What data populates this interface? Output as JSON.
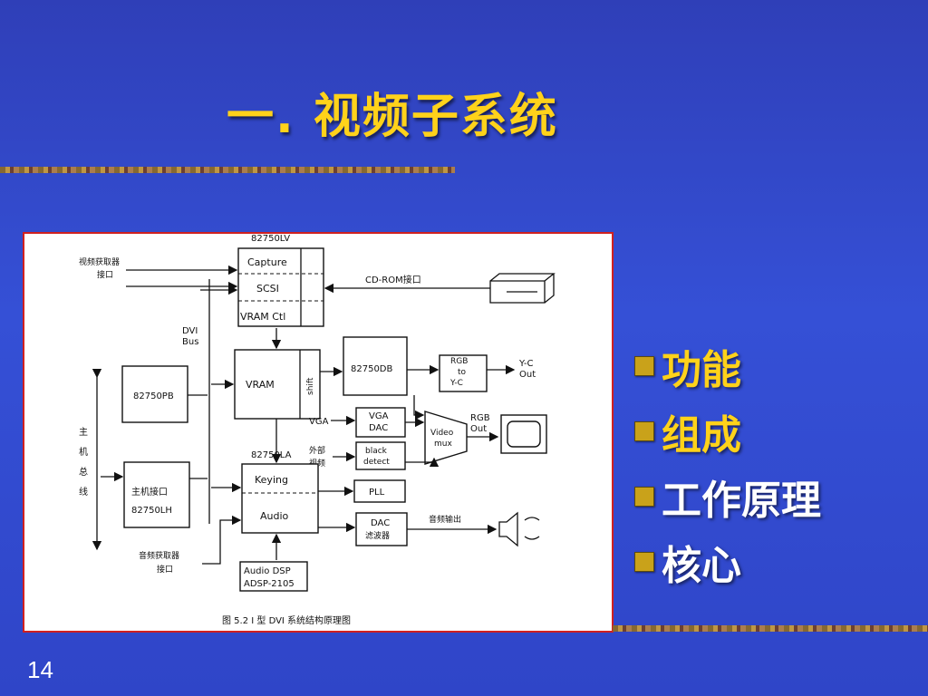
{
  "slide": {
    "title": "一. 视频子系统",
    "page_number": "14",
    "title_color": "#ffd21a",
    "background_color": "#3550d6"
  },
  "bullets": [
    {
      "text": "功能",
      "color": "#ffd21a"
    },
    {
      "text": "组成",
      "color": "#ffd21a"
    },
    {
      "text": "工作原理",
      "color": "#ffffff"
    },
    {
      "text": "核心",
      "color": "#ffffff"
    }
  ],
  "diagram": {
    "caption": "图 5.2   Ⅰ 型 DVI 系统结构原理图",
    "labels": {
      "chip_lv": "82750LV",
      "capture": "Capture",
      "scsi": "SCSI",
      "vram_ctl": "VRAM Ctl",
      "video_capture_1": "视频获取器",
      "video_capture_2": "接口",
      "cdrom": "CD-ROM接口",
      "dvi_bus_1": "DVI",
      "dvi_bus_2": "Bus",
      "vram": "VRAM",
      "shift": "shift",
      "chip_db": "82750DB",
      "rgb_to_yc_1": "RGB",
      "rgb_to_yc_2": "to",
      "rgb_to_yc_3": "Y-C",
      "yc_out_1": "Y-C",
      "yc_out_2": "Out",
      "chip_pb": "82750PB",
      "vga": "VGA",
      "vga_dac_1": "VGA",
      "vga_dac_2": "DAC",
      "video_mux_1": "Video",
      "video_mux_2": "mux",
      "rgb_out_1": "RGB",
      "rgb_out_2": "Out",
      "external_video_1": "外部",
      "external_video_2": "视频",
      "black_detect_1": "black",
      "black_detect_2": "detect",
      "host_bus_1": "主",
      "host_bus_2": "机",
      "host_bus_3": "总",
      "host_bus_4": "线",
      "chip_la": "82750LA",
      "keying": "Keying",
      "audio": "Audio",
      "pll": "PLL",
      "host_if_1": "主机接口",
      "host_if_2": "82750LH",
      "dac_1": "DAC",
      "dac_2": "滤波器",
      "audio_out": "音频输出",
      "audio_capture_1": "音频获取器",
      "audio_capture_2": "接口",
      "audio_dsp_1": "Audio DSP",
      "audio_dsp_2": "ADSP-2105"
    }
  }
}
